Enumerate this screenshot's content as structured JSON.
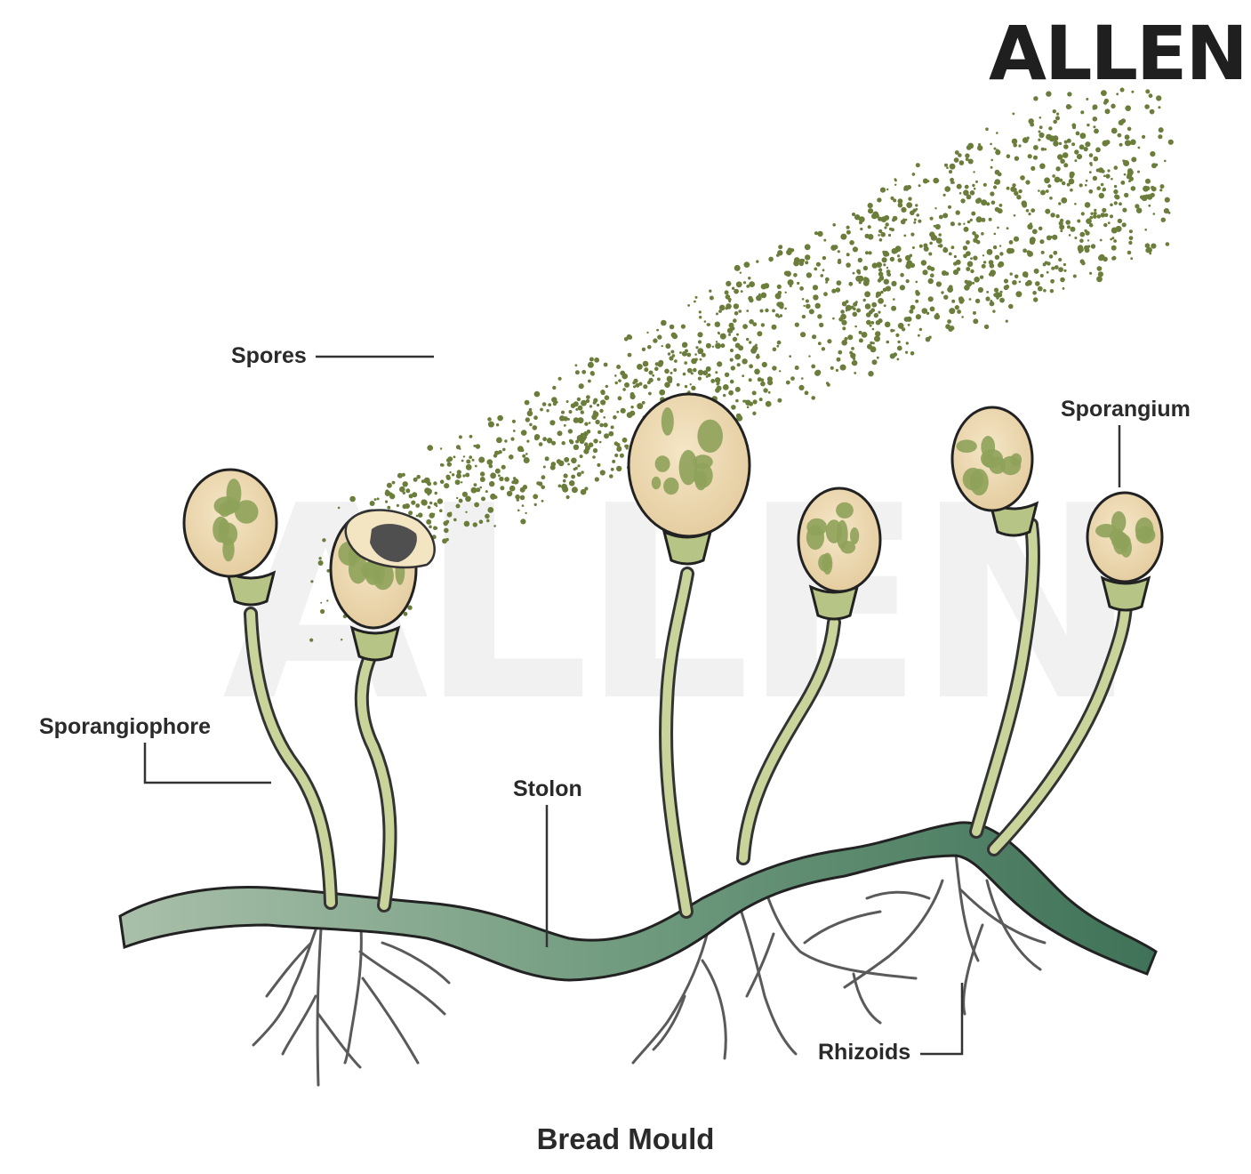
{
  "brand": "ALLEN",
  "title": "Bread Mould",
  "labels": {
    "spores": "Spores",
    "sporangium": "Sporangium",
    "sporangiophore": "Sporangiophore",
    "stolon": "Stolon",
    "rhizoids": "Rhizoids"
  },
  "colors": {
    "stolon": "#5f8a70",
    "stalk": "#c9d49a",
    "sporangium": "#ecd9b0",
    "spot": "#8ea25a",
    "spore": "#6b7d3b",
    "rhizoid": "#555555",
    "leader_line": "#333333"
  }
}
